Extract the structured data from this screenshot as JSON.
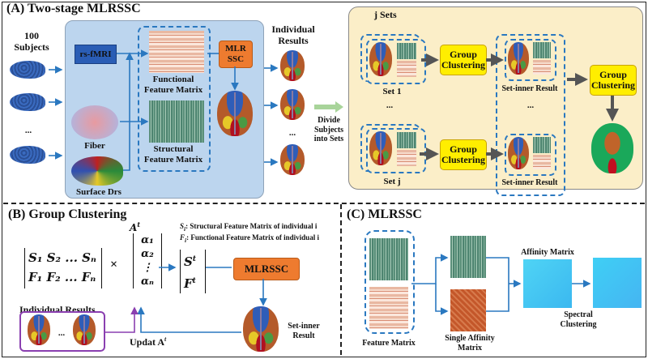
{
  "panelA": {
    "title": "(A) Two-stage MLRSSC",
    "subjects_label": "100 Subjects",
    "ellipsis": "...",
    "rsfmri": "rs-fMRI",
    "fiber": "Fiber",
    "surface": "Surface Drs",
    "functional": "Functional Feature Matrix",
    "structural": "Structural Feature Matrix",
    "mlrssc": "MLR SSC",
    "individual_results": "Individual Results",
    "divide": "Divide Subjects into Sets"
  },
  "sets": {
    "title": "j Sets",
    "set1": "Set 1",
    "setj": "Set j",
    "ellipsis": "...",
    "group_clustering": "Group Clustering",
    "set_inner_result": "Set-inner Result"
  },
  "panelB": {
    "title": "(B) Group Clustering",
    "At": "A",
    "legend_s": ": Structural Feature Matrix of individual i",
    "legend_f": ": Functional Feature Matrix of individual i",
    "row1": "S₁ S₂ ... Sₙ",
    "row2": "F₁ F₂ ... Fₙ",
    "times": "×",
    "alpha": [
      "α₁",
      "α₂",
      "⋮",
      "αₙ"
    ],
    "St": "S",
    "Ft": "F",
    "mlrssc": "MLRSSC",
    "individual_results": "Individual Results",
    "update": "Updat A",
    "set_inner_result": "Set-inner Result"
  },
  "panelC": {
    "title": "(C) MLRSSC",
    "feature_matrix": "Feature Matrix",
    "single_affinity": "Single Affinity Matrix",
    "affinity": "Affinity Matrix",
    "spectral": "Spectral Clustering"
  }
}
